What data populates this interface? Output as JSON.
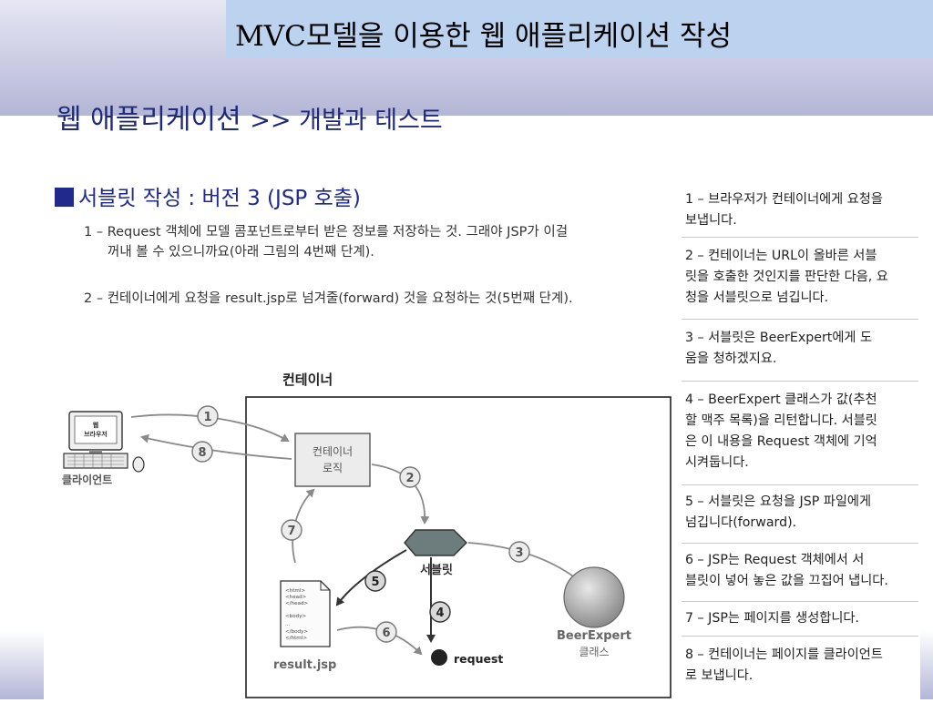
{
  "header": {
    "title": "MVC모델을 이용한 웹 애플리케이션 작성",
    "subtitle_main": "웹 애플리케이션",
    "subtitle_rest": ">> 개발과 테스트"
  },
  "section": {
    "title": "서블릿 작성 : 버전 3 (JSP 호출)"
  },
  "notes": {
    "note1_line1": "1 – Request 객체에 모델 콤포넌트로부터 받은 정보를 저장하는 것. 그래야 JSP가 이걸",
    "note1_line2": "꺼내 볼 수 있으니까요(아래 그림의 4번째 단계).",
    "note2": "2 – 컨테이너에게 요청을 result.jsp로 넘겨줄(forward) 것을 요청하는 것(5번째 단계)."
  },
  "diagram": {
    "container_label": "컨테이너",
    "browser_line1": "웹",
    "browser_line2": "브라우저",
    "client_label": "클라이언트",
    "logic_line1": "컨테이너",
    "logic_line2": "로직",
    "servlet_label": "서블릿",
    "beer_line1": "BeerExpert",
    "beer_line2": "클래스",
    "jsp_file_label": "result.jsp",
    "request_label": "request",
    "code_lines": [
      "<html>",
      "<head>",
      "</head>",
      "",
      "<body>",
      "...",
      "</body>",
      "</html>"
    ],
    "steps": [
      "1",
      "2",
      "3",
      "4",
      "5",
      "6",
      "7",
      "8"
    ]
  },
  "steps_panel": [
    {
      "lines": [
        "1 – 브라우저가 컨테이너에게 요청을",
        "보냅니다."
      ]
    },
    {
      "lines": [
        "2 – 컨테이너는 URL이 올바른 서블",
        "릿을 호출한 것인지를 판단한 다음, 요",
        "청을 서블릿으로 넘깁니다."
      ]
    },
    {
      "lines": [
        "3 – 서블릿은 BeerExpert에게 도",
        "움을 청하겠지요."
      ]
    },
    {
      "lines": [
        "4 – BeerExpert 클래스가 값(추천",
        "할 맥주 목록)을 리턴합니다. 서블릿",
        "은 이 내용을 Request 객체에 기억",
        "시켜둡니다."
      ]
    },
    {
      "lines": [
        "5 – 서블릿은 요청을 JSP 파일에게",
        "넘깁니다(forward)."
      ]
    },
    {
      "lines": [
        "6 – JSP는 Request 객체에서 서",
        "블릿이 넣어 놓은 값을 끄집어 냅니다."
      ]
    },
    {
      "lines": [
        "7 – JSP는 페이지를 생성합니다."
      ]
    },
    {
      "lines": [
        "8 – 컨테이너는 페이지를 클라이언트",
        "로 보냅니다."
      ]
    }
  ]
}
